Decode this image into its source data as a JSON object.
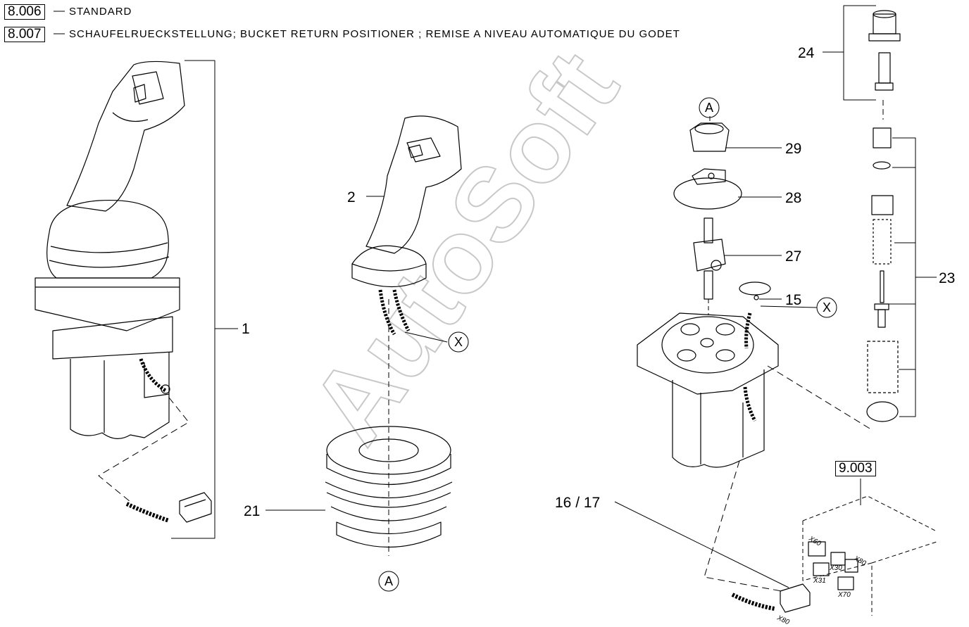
{
  "header": {
    "ref1": {
      "code": "8.006",
      "text": "STANDARD"
    },
    "ref2": {
      "code": "8.007",
      "text": "SCHAUFELRUECKSTELLUNG; BUCKET RETURN POSITIONER ; REMISE A NIVEAU AUTOMATIQUE DU GODET"
    }
  },
  "callouts": {
    "c1": "1",
    "c2": "2",
    "c15": "15",
    "c1617": "16 / 17",
    "c21": "21",
    "c23": "23",
    "c24": "24",
    "c27": "27",
    "c28": "28",
    "c29": "29"
  },
  "markers": {
    "a_top": "A",
    "a_bottom": "A",
    "x_left": "X",
    "x_right": "X"
  },
  "refbox_9003": "9.003",
  "connectors": {
    "x60": "X60",
    "x30": "X30",
    "x80r": "X80",
    "x31": "X31",
    "x70": "X70",
    "x80": "X80"
  },
  "watermark": "AutoSoft"
}
